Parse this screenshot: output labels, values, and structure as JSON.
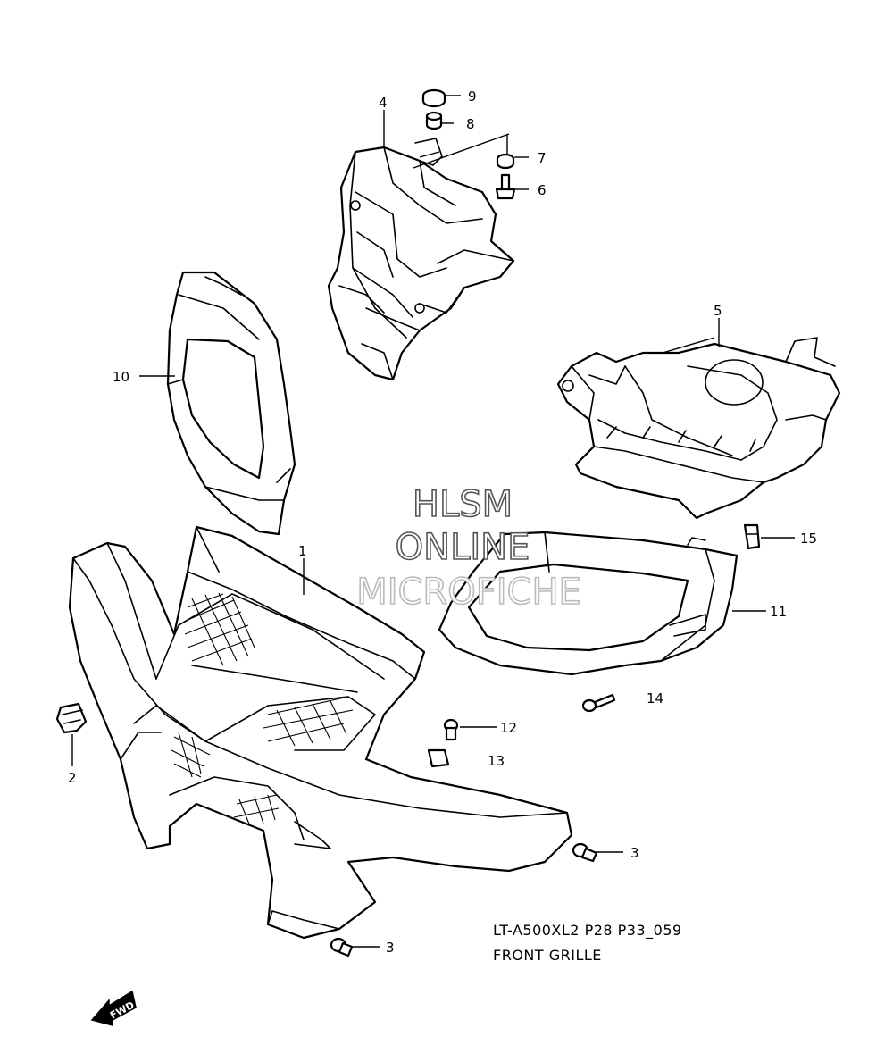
{
  "watermark": {
    "line1": "HLSM",
    "line2": "ONLINE",
    "line3": "MICROFICHE"
  },
  "caption": {
    "model": "LT-A500XL2 P28 P33_059",
    "title": "FRONT GRILLE"
  },
  "direction_label": "FWD",
  "parts": [
    {
      "ref": "1",
      "name": "front-grille"
    },
    {
      "ref": "2",
      "name": "nut-clip"
    },
    {
      "ref": "3",
      "name": "fastener-upper"
    },
    {
      "ref": "3",
      "name": "fastener-lower"
    },
    {
      "ref": "4",
      "name": "headlight-housing-bracket"
    },
    {
      "ref": "5",
      "name": "lower-headlight-housing"
    },
    {
      "ref": "6",
      "name": "bolt"
    },
    {
      "ref": "7",
      "name": "washer-nut"
    },
    {
      "ref": "8",
      "name": "collar"
    },
    {
      "ref": "9",
      "name": "grommet"
    },
    {
      "ref": "10",
      "name": "upper-bezel"
    },
    {
      "ref": "11",
      "name": "lower-bezel"
    },
    {
      "ref": "12",
      "name": "screw"
    },
    {
      "ref": "13",
      "name": "cushion"
    },
    {
      "ref": "14",
      "name": "tapping-screw"
    },
    {
      "ref": "15",
      "name": "clip-nut"
    }
  ]
}
